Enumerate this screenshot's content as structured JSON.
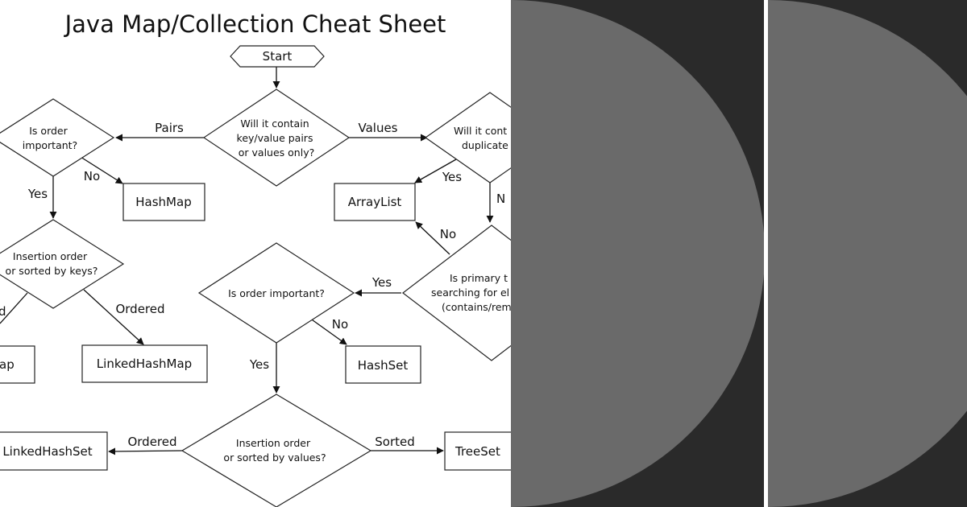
{
  "title": "Java Map/Collection Cheat Sheet",
  "nodes": {
    "start": "Start",
    "q_pairs": [
      "Will it contain",
      "key/value pairs",
      "or values only?"
    ],
    "q_order_map": [
      "Is order",
      "important?"
    ],
    "hashmap": "HashMap",
    "q_insertion_keys": [
      "Insertion order",
      "or sorted by keys?"
    ],
    "treemap_partial": "ap",
    "linkedhashmap": "LinkedHashMap",
    "q_duplicates": [
      "Will it cont",
      "duplicate"
    ],
    "arraylist": "ArrayList",
    "q_searching": [
      "Is primary t",
      "searching for el",
      "(contains/rem"
    ],
    "q_order_set": "Is order important?",
    "hashset": "HashSet",
    "q_insertion_values": [
      "Insertion order",
      "or sorted by values?"
    ],
    "linkedhashset": "LinkedHashSet",
    "treeset": "TreeSet"
  },
  "edges": {
    "pairs": "Pairs",
    "values": "Values",
    "map_order_no": "No",
    "map_order_yes": "Yes",
    "keys_sorted_partial": "d",
    "keys_ordered": "Ordered",
    "dup_yes": "Yes",
    "dup_no_partial": "N",
    "search_no": "No",
    "search_yes": "Yes",
    "set_order_no": "No",
    "set_order_yes": "Yes",
    "values_ordered": "Ordered",
    "values_sorted": "Sorted"
  }
}
